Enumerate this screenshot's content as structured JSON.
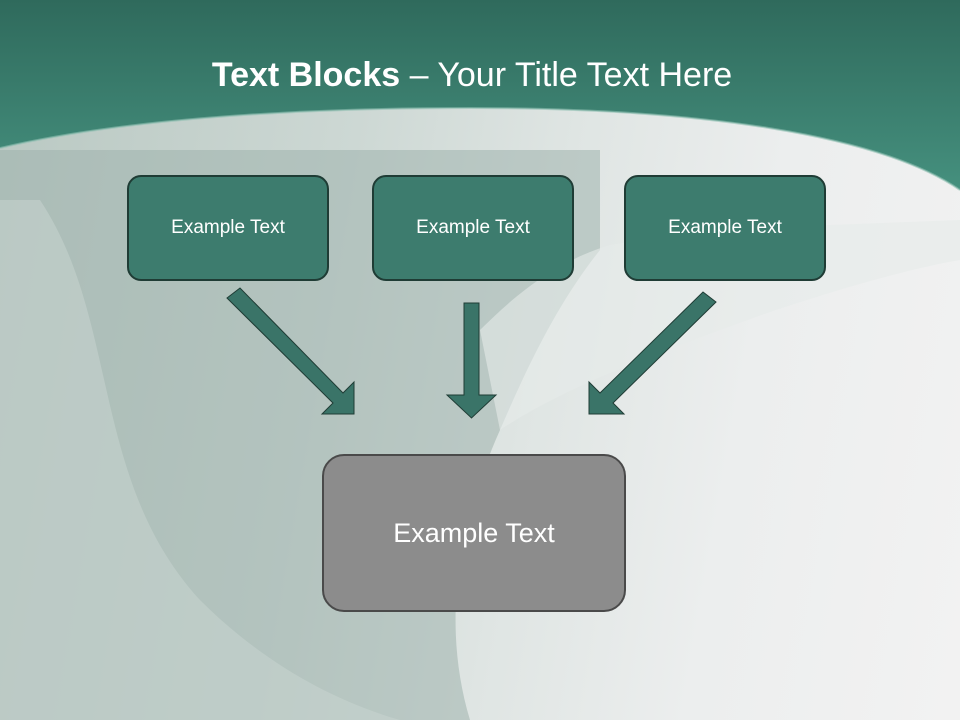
{
  "slide": {
    "title_bold": "Text Blocks",
    "title_rest": " – Your Title Text Here"
  },
  "diagram": {
    "top_boxes": [
      "Example Text",
      "Example Text",
      "Example Text"
    ],
    "bottom_box": "Example Text"
  },
  "colors": {
    "header_green": "#3f8b79",
    "box_green": "#3d7c6e",
    "arrow_green": "#3a7468",
    "bottom_box_gray": "#8c8c8c"
  }
}
